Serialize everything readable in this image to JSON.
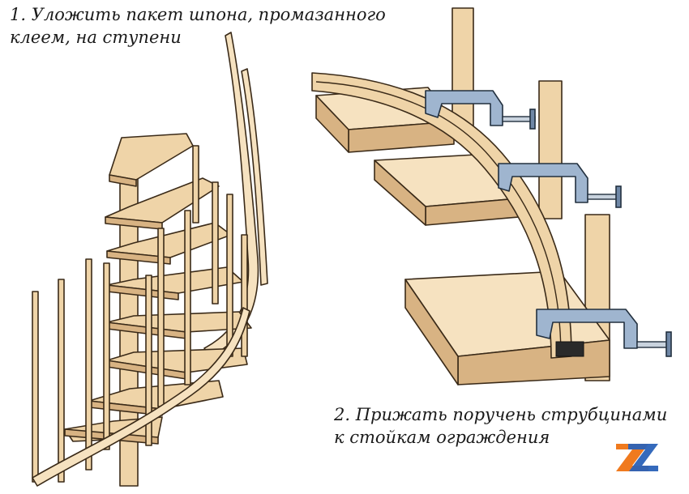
{
  "captions": {
    "step1": [
      "1. Уложить пакет шпона, промазанного",
      "клеем, на ступени"
    ],
    "step2": [
      "2. Прижать поручень струбцинами",
      "к стойкам ограждения"
    ]
  },
  "logo": {
    "letters": "Z",
    "colors": {
      "orange": "#f07a1e",
      "blue": "#2a62b8"
    }
  },
  "colors": {
    "wood": "#efd4a8",
    "wood_dark": "#d8b383",
    "outline": "#3a2a18",
    "clamp": "#9fb5cf"
  }
}
